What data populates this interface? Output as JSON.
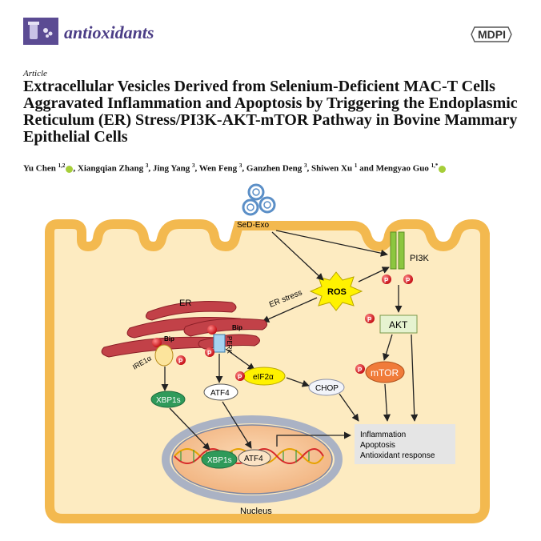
{
  "header": {
    "journal_name": "antioxidants",
    "publisher": "MDPI"
  },
  "article": {
    "type": "Article",
    "title": "Extracellular Vesicles Derived from Selenium-Deficient MAC-T Cells Aggravated Inflammation and Apoptosis by Triggering the Endoplasmic Reticulum (ER) Stress/PI3K-AKT-mTOR Pathway in Bovine Mammary Epithelial Cells",
    "authors": [
      {
        "name": "Yu Chen",
        "sup": "1,2",
        "orcid": true
      },
      {
        "name": "Xiangqian Zhang",
        "sup": "3",
        "orcid": false
      },
      {
        "name": "Jing Yang",
        "sup": "3",
        "orcid": false
      },
      {
        "name": "Wen Feng",
        "sup": "3",
        "orcid": false
      },
      {
        "name": "Ganzhen Deng",
        "sup": "3",
        "orcid": false
      },
      {
        "name": "Shiwen Xu",
        "sup": "1",
        "orcid": false
      },
      {
        "name": "Mengyao Guo",
        "sup": "1,*",
        "orcid": true
      }
    ],
    "authors_joiner": "and"
  },
  "diagram": {
    "labels": {
      "sed_exo": "SeD-Exo",
      "pi3k": "PI3K",
      "ros": "ROS",
      "er": "ER",
      "er_stress": "ER stress",
      "bip_left": "Bip",
      "bip_right": "Bip",
      "ire1a": "IRE1α",
      "perk": "PERK",
      "akt": "AKT",
      "mtor": "mTOR",
      "eif2a": "eIF2α",
      "chop": "CHOP",
      "atf4": "ATF4",
      "xbp1s": "XBP1s",
      "xbp1s_nucleus": "XBP1s",
      "atf4_nucleus": "ATF4",
      "nucleus": "Nucleus",
      "p": "P"
    },
    "outcomes": [
      "Inflammation",
      "Apoptosis",
      "Antioxidant response"
    ]
  },
  "colors": {
    "journal": "#4b3d86",
    "cell_fill": "#fdebc1",
    "cell_border": "#f3b94f",
    "er": "#c24148",
    "phospho": "#d71920",
    "ros": "#fff200",
    "xbp1s": "#2f9a5a",
    "mtor": "#f07b3a",
    "receptor": "#8cc63f"
  }
}
